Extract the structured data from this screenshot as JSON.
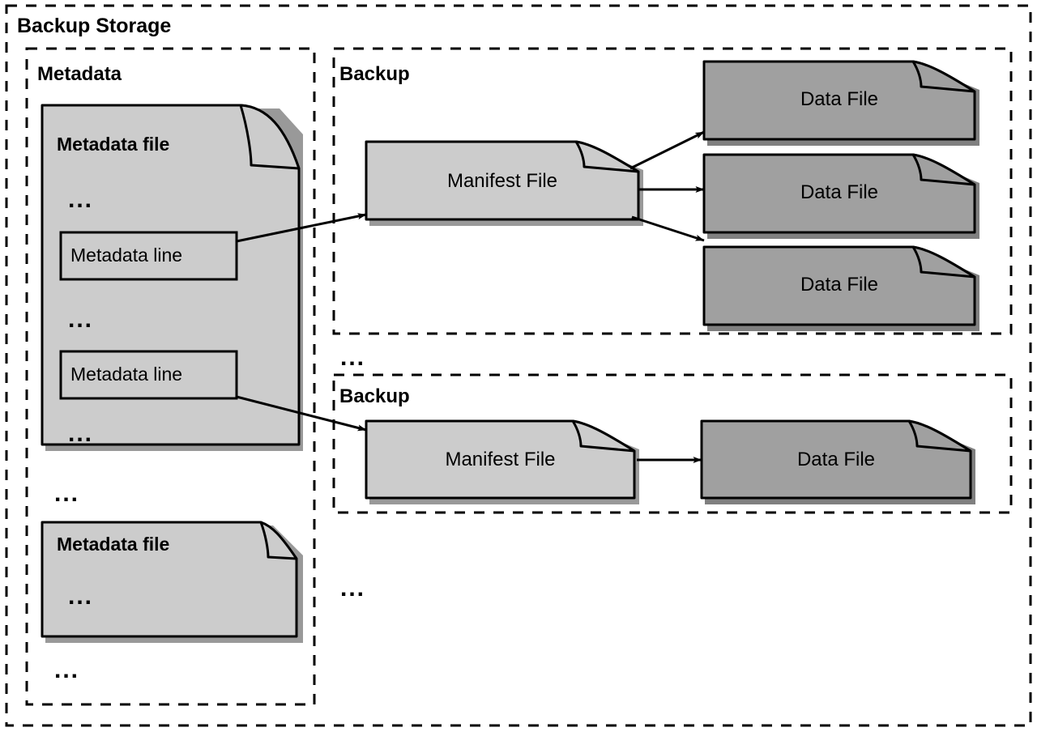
{
  "diagram": {
    "title": "Backup Storage",
    "colors": {
      "stroke": "#000000",
      "metadata_file_fill": "#cccccc",
      "manifest_file_fill": "#cccccc",
      "data_file_fill": "#a0a0a0",
      "metadata_line_fill": "#cccccc",
      "background": "#ffffff",
      "fold_shadow": "#b3b3b3"
    },
    "ellipsis_glyph": "..."
  },
  "metadata_group": {
    "title": "Metadata",
    "files": [
      {
        "title": "Metadata file",
        "ellipsis_top": "...",
        "lines": [
          {
            "label": "Metadata line"
          },
          {
            "label": "Metadata line"
          }
        ],
        "ellipsis_middle": "...",
        "ellipsis_bottom": "..."
      },
      {
        "title": "Metadata file",
        "ellipsis_inner": "..."
      }
    ],
    "ellipsis_between_files": "...",
    "ellipsis_after_files": "..."
  },
  "backups": [
    {
      "title": "Backup",
      "manifest": {
        "label": "Manifest File"
      },
      "data_files": [
        {
          "label": "Data File"
        },
        {
          "label": "Data File"
        },
        {
          "label": "Data File"
        }
      ]
    },
    {
      "title": "Backup",
      "manifest": {
        "label": "Manifest File"
      },
      "data_files": [
        {
          "label": "Data File"
        }
      ]
    }
  ],
  "backup_area": {
    "ellipsis_between_backups": "...",
    "ellipsis_after_backups": "..."
  }
}
